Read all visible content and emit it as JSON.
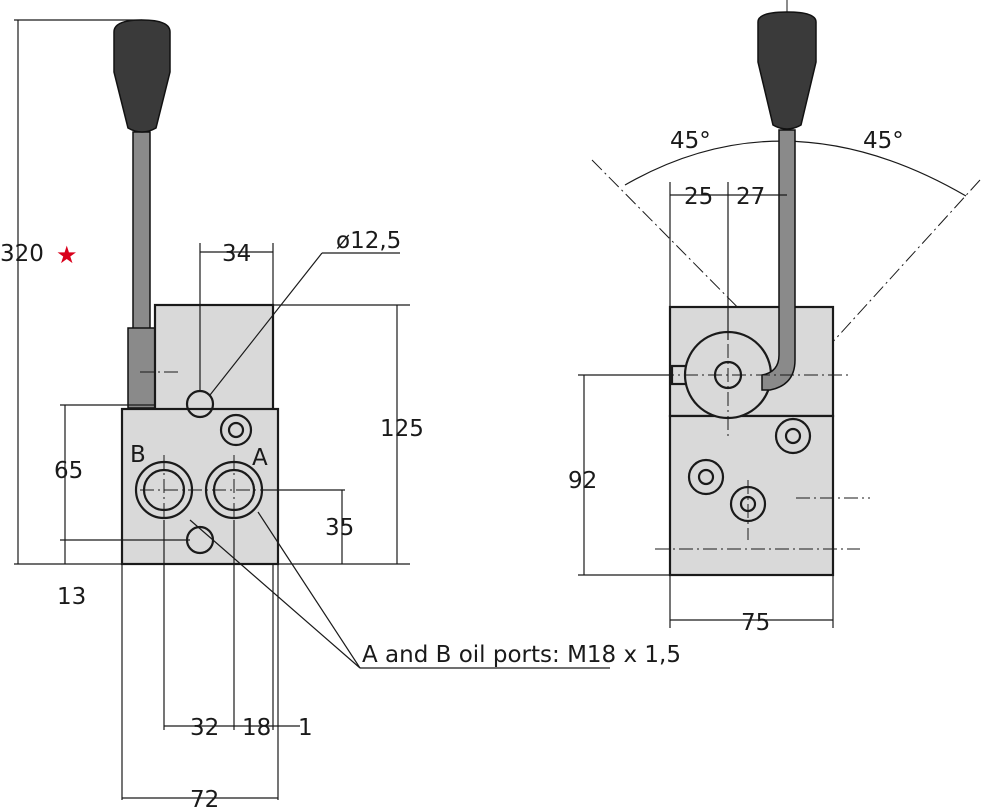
{
  "diagram": {
    "left_view": {
      "overall_height": "320",
      "height_marker": "★",
      "marker_color": "#d9001b",
      "dim_34": "34",
      "dim_hole_diameter": "ø12,5",
      "dim_125": "125",
      "dim_65": "65",
      "dim_13": "13",
      "dim_35": "35",
      "port_b": "B",
      "port_a": "A",
      "dim_32": "32",
      "dim_18": "18",
      "dim_1": "1",
      "dim_72": "72"
    },
    "oil_ports_note": "A and B oil ports: M18 x 1,5",
    "right_view": {
      "angle_left": "45°",
      "angle_right": "45°",
      "dim_25": "25",
      "dim_27": "27",
      "dim_92": "92",
      "dim_75": "75"
    },
    "colors": {
      "body_fill": "#d9d9d9",
      "knob_fill": "#3a3a3a",
      "lever_fill": "#8a8a8a"
    }
  }
}
